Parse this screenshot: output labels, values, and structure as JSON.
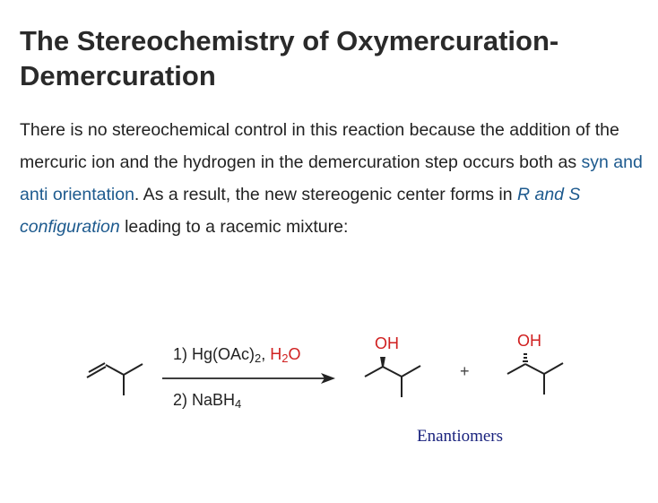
{
  "article": {
    "title": "The Stereochemistry of Oxymercuration-Demercuration",
    "para_text_1": " There is no stereochemical control in this reaction because the addition of the mercuric ion and the hydrogen in the demercuration step occurs both as ",
    "link_syn_anti": "syn and anti orientation",
    "para_text_2": ". As a result, the new stereogenic center forms in ",
    "link_rs": "R and S configuration",
    "para_text_3": " leading to a racemic mixture:"
  },
  "scheme": {
    "step1_prefix": "1) Hg(OAc)",
    "step1_sub": "2",
    "step1_comma": ", ",
    "step1_water_h": "H",
    "step1_water_sub": "2",
    "step1_water_o": "O",
    "step2_prefix": "2) NaBH",
    "step2_sub": "4",
    "oh_label_1": "OH",
    "oh_label_2": "OH",
    "plus": "+",
    "caption": "Enantiomers",
    "colors": {
      "water": "#d02020",
      "oh": "#d02020",
      "link": "#1d5a8e",
      "caption": "#1a237e"
    }
  }
}
